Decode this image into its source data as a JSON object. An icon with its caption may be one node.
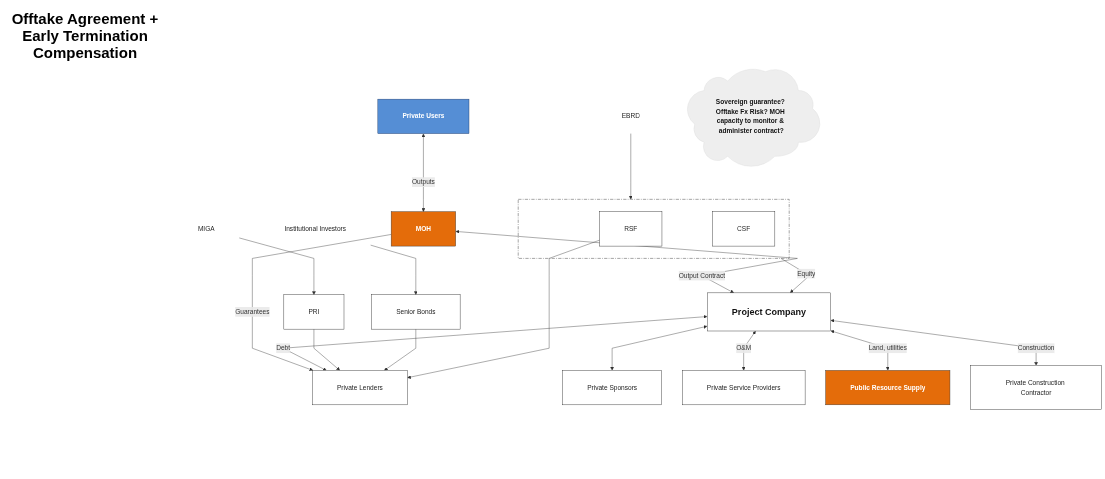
{
  "diagram": {
    "nodes": [
      {
        "text": [
          "Private Users"
        ]
      },
      {
        "text": [
          "MOH"
        ]
      },
      {
        "text": [
          "Project Company"
        ]
      },
      {
        "text": [
          "Private Lenders"
        ]
      },
      {
        "text": [
          "Private Sponsors"
        ]
      },
      {
        "text": [
          "PRI"
        ]
      },
      {
        "text": [
          "Senior Bonds"
        ]
      },
      {
        "text": [],
        "shape": "box"
      },
      {
        "text": [
          "RSF"
        ],
        "in": 7
      },
      {
        "text": [
          "CSF"
        ],
        "in": 7
      },
      {
        "text": [
          "MIGA"
        ]
      },
      {
        "text": [
          "Institutional Investors"
        ]
      },
      {
        "text": [
          "EBRD"
        ]
      },
      {
        "text": [
          "Private Service Providers"
        ]
      },
      {
        "text": [
          "Public Resource Supply"
        ]
      },
      {
        "text": [
          "Private Construction Contractor"
        ]
      },
      {
        "text": [
          "Sovereign guarantee? Offtake Fx Risk? MOH capacity to monitor & administer contract?"
        ]
      }
    ],
    "edges": [
      {
        "from": 0,
        "to": 1,
        "arrow": "both",
        "label": "Outputs"
      },
      {
        "from": 1,
        "to": 3,
        "arrow": "to",
        "label": "Guarantees"
      },
      {
        "from": 1,
        "to": 2,
        "arrow": "both",
        "label": "Output Contract"
      },
      {
        "from": 2,
        "to": 3,
        "arrow": "both",
        "label": "Debt"
      },
      {
        "from": 5,
        "to": 3,
        "arrow": "to"
      },
      {
        "from": 6,
        "to": 3,
        "arrow": "to"
      },
      {
        "from": 8,
        "to": 3,
        "arrow": "to"
      },
      {
        "from": 10,
        "to": 5,
        "arrow": "to"
      },
      {
        "from": 11,
        "to": 6,
        "arrow": "to"
      },
      {
        "from": 12,
        "to": 7,
        "arrow": "to"
      },
      {
        "from": 2,
        "to": 4,
        "arrow": "both"
      },
      {
        "from": 7,
        "to": 2,
        "arrow": "to",
        "label": "Equity"
      },
      {
        "from": 2,
        "to": 13,
        "arrow": "both",
        "label": "O&M"
      },
      {
        "from": 2,
        "to": 14,
        "arrow": "both",
        "label": "Land, utilities"
      },
      {
        "from": 2,
        "to": 15,
        "arrow": "both",
        "label": "Construction"
      }
    ],
    "labels": [
      "Offtake Agreement + Early Termination Compensation"
    ]
  }
}
